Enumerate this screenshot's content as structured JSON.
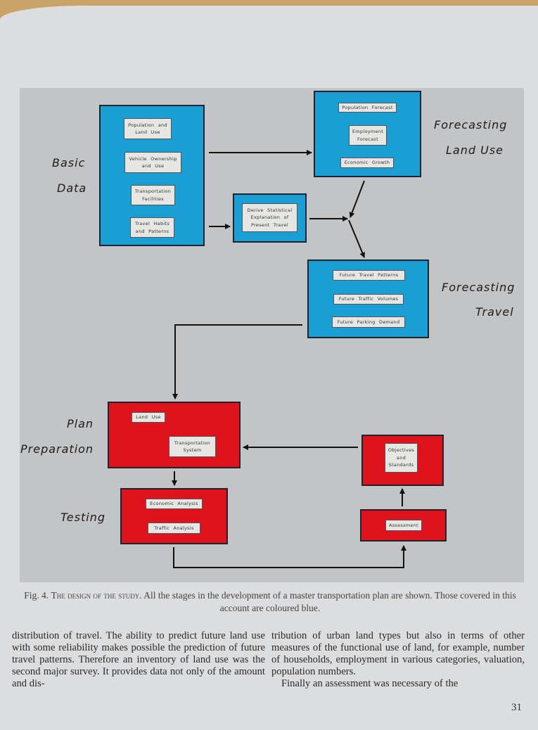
{
  "figure": {
    "stage_labels": {
      "basic_data": [
        "Basic",
        "Data"
      ],
      "forecasting_land_use": [
        "Forecasting",
        "Land Use"
      ],
      "forecasting_travel": [
        "Forecasting",
        "Travel"
      ],
      "plan_preparation": [
        "Plan",
        "Preparation"
      ],
      "testing": "Testing"
    },
    "boxes": {
      "basic_data": {
        "color": "#1a9fd4",
        "items": [
          [
            "Population and",
            "Land Use"
          ],
          [
            "Vehicle Ownership",
            "and Use"
          ],
          [
            "Transportation",
            "Facilities"
          ],
          [
            "Travel Habits",
            "and Patterns"
          ]
        ]
      },
      "forecasting_land_use": {
        "color": "#1a9fd4",
        "items": [
          [
            "Population Forecast"
          ],
          [
            "Employment",
            "Forecast"
          ],
          [
            "Economic Growth"
          ]
        ]
      },
      "derive": {
        "color": "#1a9fd4",
        "items": [
          [
            "Derive Statistical",
            "Explanation of",
            "Present Travel"
          ]
        ]
      },
      "forecasting_travel": {
        "color": "#1a9fd4",
        "items": [
          [
            "Future Travel Patterns"
          ],
          [
            "Future Traffic Volumes"
          ],
          [
            "Future Parking Demand"
          ]
        ]
      },
      "plan_preparation": {
        "color": "#e0121b",
        "items": [
          [
            "Land Use"
          ],
          [
            "Transportation",
            "System"
          ]
        ]
      },
      "testing": {
        "color": "#e0121b",
        "items": [
          [
            "Economic Analysis"
          ],
          [
            "Traffic Analysis"
          ]
        ]
      },
      "objectives": {
        "color": "#e0121b",
        "items": [
          [
            "Objectives",
            "and",
            "Standards"
          ]
        ]
      },
      "assessment": {
        "color": "#e0121b",
        "items": [
          [
            "Assessment"
          ]
        ]
      }
    }
  },
  "caption": {
    "prefix": "Fig. 4. ",
    "title": "The design of the study.",
    "text": " All the stages in the development of a master transportation plan are shown. Those covered in this account are coloured blue."
  },
  "body": {
    "left_column": "distribution of travel. The ability to predict future land use with some reliability makes possible the prediction of future travel patterns. Therefore an inventory of land use was the second major survey. It provides data not only of the amount and dis-",
    "right_column_1": "tribution of urban land types but also in terms of other measures of the functional use of land, for example, number of households, employment in various categories, valuation, population numbers.",
    "right_column_2": "Finally an assessment was necessary of the"
  },
  "page_number": "31"
}
